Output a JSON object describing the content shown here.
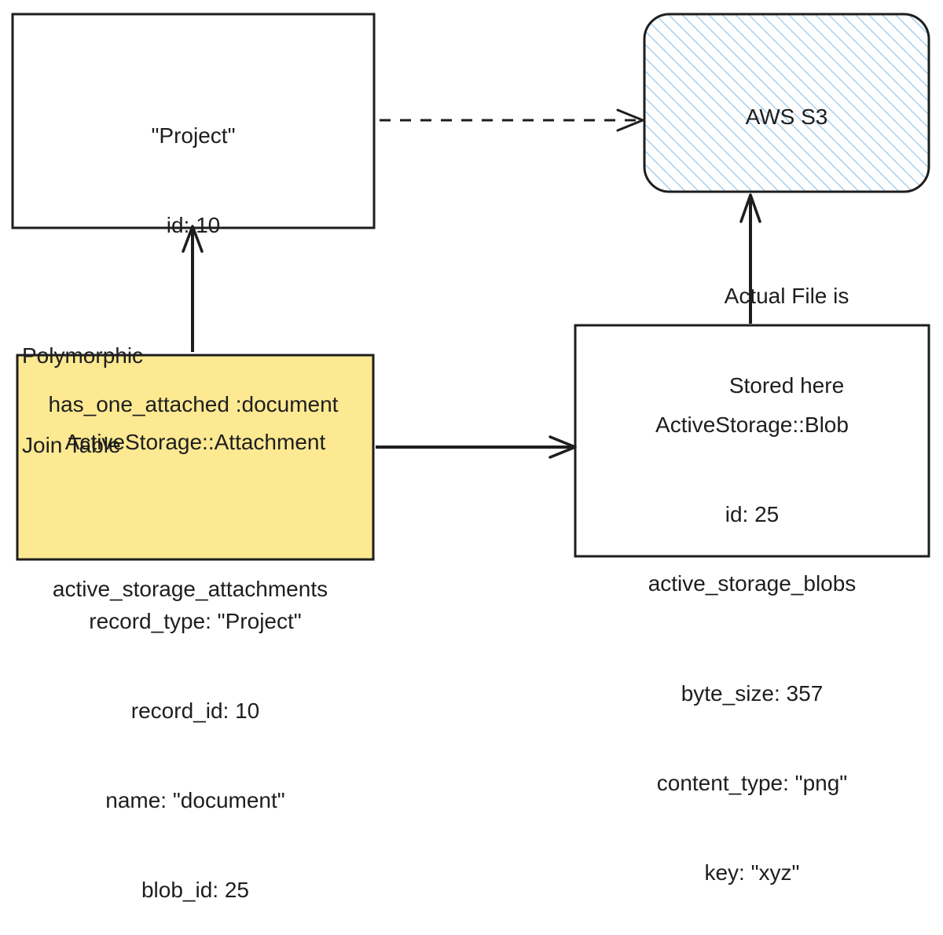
{
  "colors": {
    "stroke": "#1e1e1e",
    "attachment_fill": "#fce992",
    "s3_hatch": "#7fbde8",
    "background": "#ffffff"
  },
  "project_box": {
    "lines": [
      "\"Project\"",
      "id: 10",
      "",
      "has_one_attached :document"
    ]
  },
  "s3_box": {
    "lines": [
      "AWS S3",
      "",
      "Actual File is",
      "Stored here"
    ]
  },
  "attachment_box": {
    "lines": [
      "ActiveStorage::Attachment",
      "",
      "record_type: \"Project\"",
      "record_id: 10",
      "name: \"document\"",
      "blob_id: 25"
    ]
  },
  "blob_box": {
    "lines": [
      "ActiveStorage::Blob",
      "id: 25",
      "",
      "byte_size: 357",
      "content_type: \"png\"",
      "key: \"xyz\""
    ]
  },
  "labels": {
    "polymorphic_line1": "Polymorphic",
    "polymorphic_line2": "Join Table",
    "attachments_table": "active_storage_attachments",
    "blobs_table": "active_storage_blobs"
  }
}
